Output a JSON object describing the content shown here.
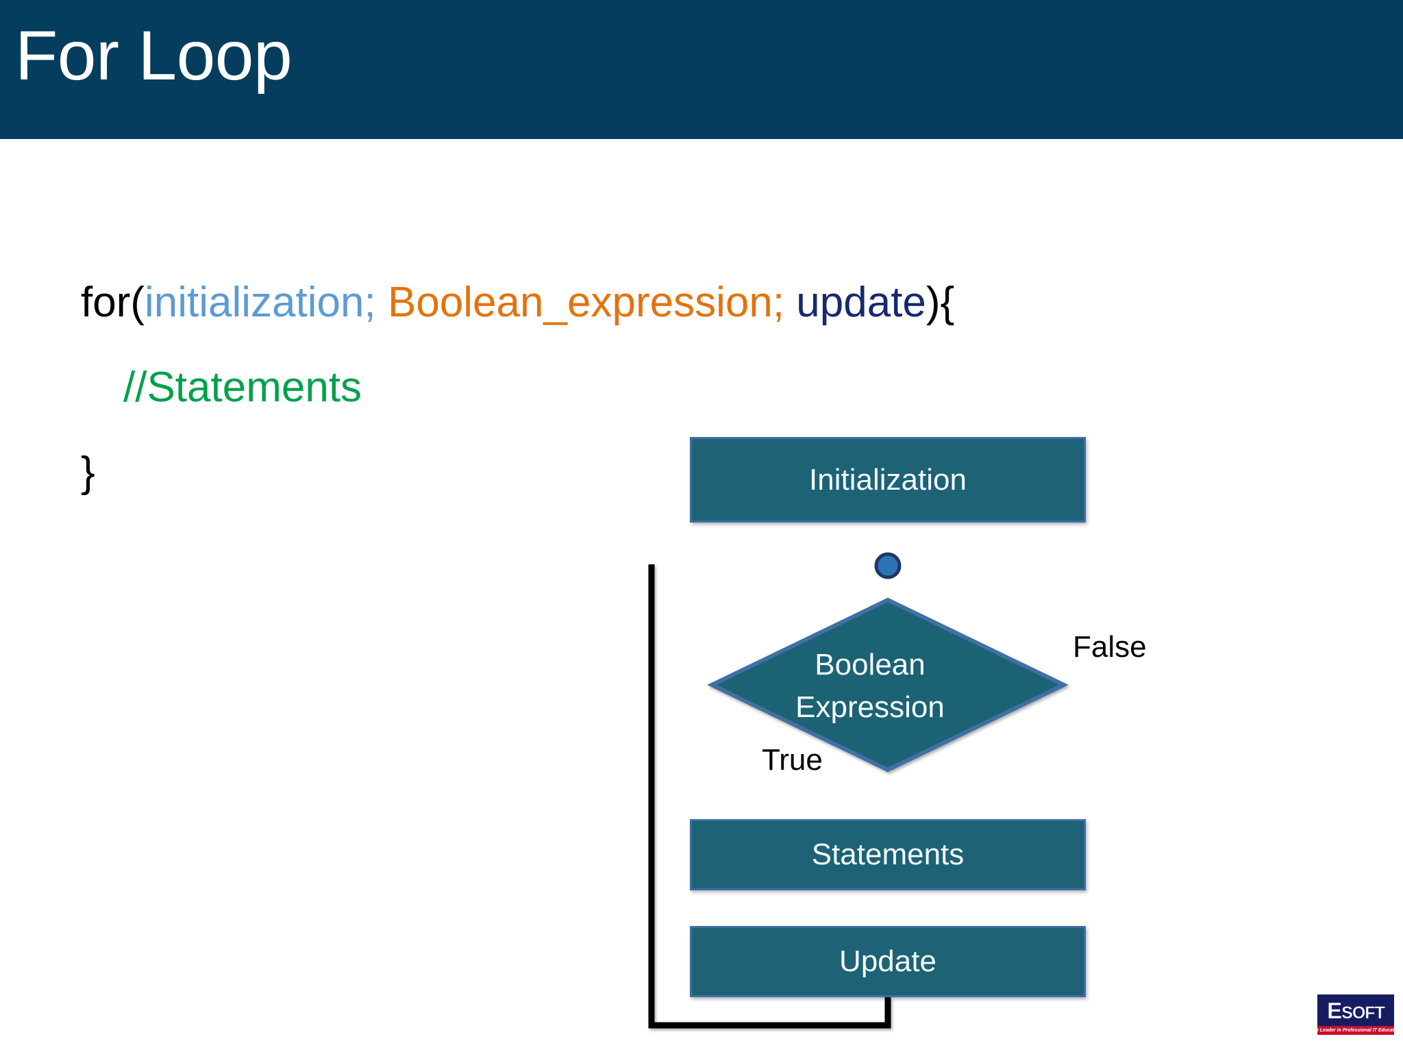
{
  "slide": {
    "title": "For Loop",
    "header_color": "#043D5D",
    "background_color": "#FFFFFF"
  },
  "code": {
    "line1": [
      {
        "text": "for(",
        "color": "#000000",
        "role": "keyword"
      },
      {
        "text": "initialization; ",
        "color": "#5B9BD5",
        "role": "initialization"
      },
      {
        "text": "Boolean_expression; ",
        "color": "#E2730C",
        "role": "boolean-expression"
      },
      {
        "text": "update",
        "color": "#17296E",
        "role": "update"
      },
      {
        "text": "){",
        "color": "#000000",
        "role": "punctuation"
      }
    ],
    "line2": [
      {
        "text": "//Statements",
        "color": "#00A14B",
        "role": "comment"
      }
    ],
    "line3": [
      {
        "text": "}",
        "color": "#000000",
        "role": "punctuation"
      }
    ]
  },
  "flowchart": {
    "node_fill": "#1D6275",
    "node_border": "#3F6FA4",
    "node_text_color": "#F4FCFF",
    "junction_fill": "#2E74B5",
    "junction_stroke": "#1F3864",
    "arrow_color": "#000000",
    "nodes": {
      "initialization": "Initialization",
      "boolean_expression_line1": "Boolean",
      "boolean_expression_line2": "Expression",
      "statements": "Statements",
      "update": "Update"
    },
    "edge_labels": {
      "true": "True",
      "false": "False"
    }
  },
  "logo": {
    "word_first": "E",
    "word_rest": "SOFT",
    "tagline": "The Leader in Professional IT Education",
    "main_color": "#171C62",
    "tag_color": "#C8102E"
  }
}
